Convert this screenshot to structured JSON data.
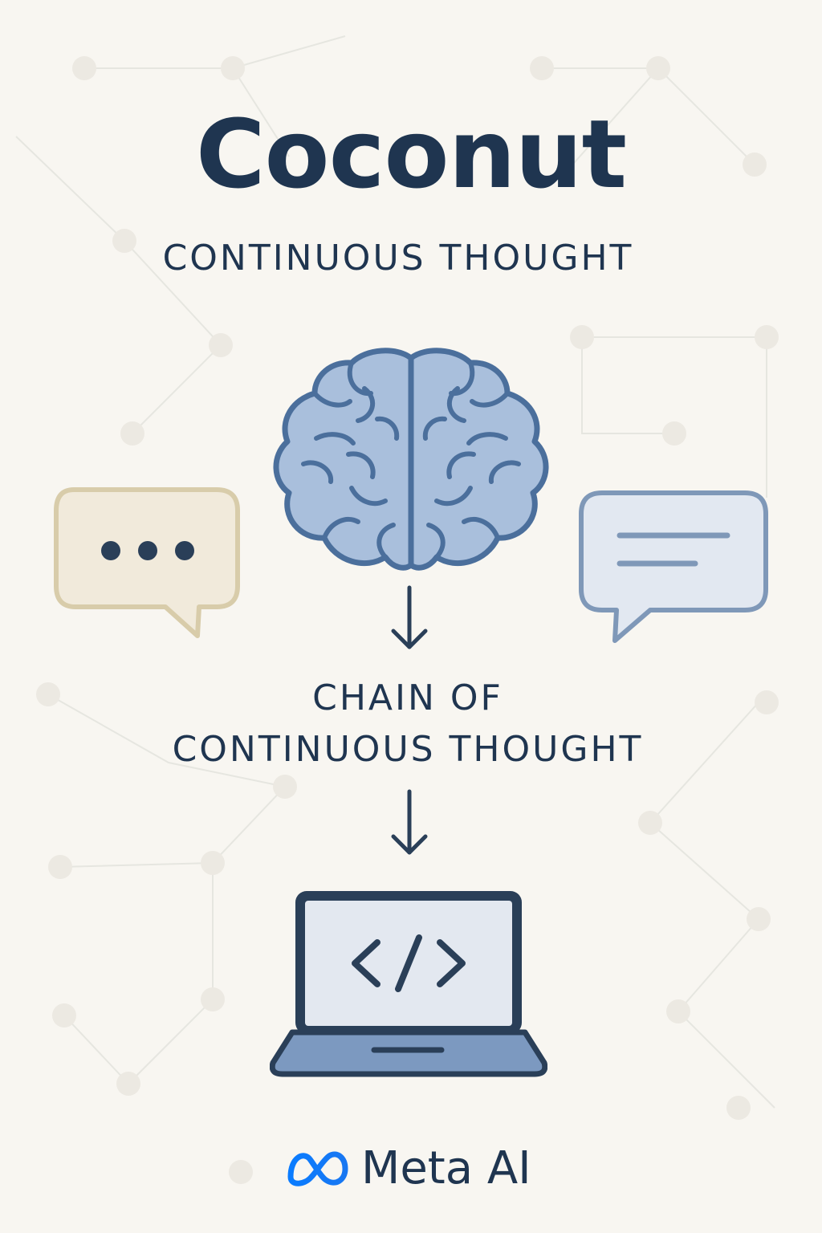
{
  "title": "Coconut",
  "subtitle": "CONTINUOUS THOUGHT",
  "step_label": {
    "line1": "CHAIN OF",
    "line2": "CONTINUOUS THOUGHT"
  },
  "brand": {
    "name": "Meta AI",
    "logo_icon": "meta-infinity-logo"
  },
  "icons": {
    "brain": "brain-icon",
    "left_bubble": "speech-bubble-dots-icon",
    "right_bubble": "speech-bubble-lines-icon",
    "laptop": "laptop-code-icon",
    "arrows": "arrow-down-icon"
  },
  "colors": {
    "background": "#f8f6f1",
    "text": "#1f3550",
    "brain_fill": "#a9bfdc",
    "brain_stroke": "#4b6f9c",
    "left_bubble_fill": "#f1eadb",
    "left_bubble_stroke": "#d8ccaa",
    "right_bubble_fill": "#e2e8f1",
    "right_bubble_stroke": "#7f98b8",
    "laptop_screen": "#e3e8f0",
    "laptop_base": "#7c99c0",
    "meta_blue": "#1877f2"
  }
}
